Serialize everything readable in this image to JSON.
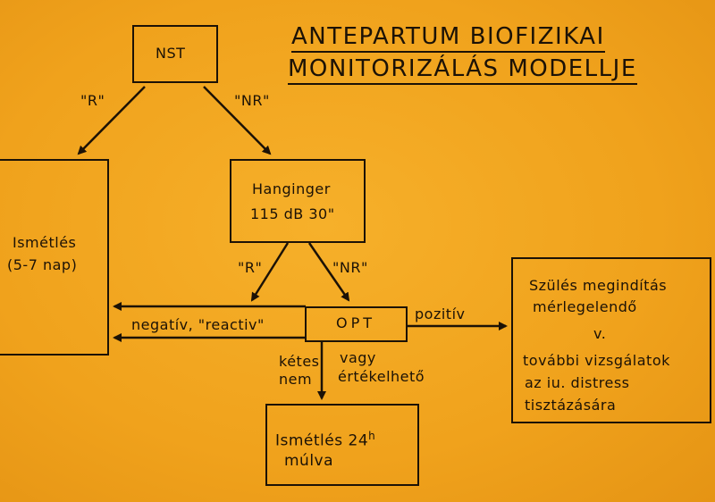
{
  "title": {
    "line1": "ANTEPARTUM BIOFIZIKAI",
    "line2": "MONITORIZÁLÁS MODELLJE"
  },
  "nodes": {
    "nst": "NST",
    "ismetles": {
      "line1": "Ismétlés",
      "line2": "(5-7 nap)"
    },
    "hanginger": {
      "line1": "Hanginger",
      "line2": "115 dB   30\""
    },
    "opt": "OPT",
    "szules": {
      "line1": "Szülés megindítás",
      "line2": "mérlegelendő",
      "line3": "v.",
      "line4": "további vizsgálatok",
      "line5": "az  iu.  distress",
      "line6": "tisztázására"
    },
    "ismetles24": {
      "line1": "Ismétlés 24",
      "sup": "h",
      "line2": "múlva"
    }
  },
  "edges": {
    "nst_r": "\"R\"",
    "nst_nr": "\"NR\"",
    "hang_r": "\"R\"",
    "hang_nr": "\"NR\"",
    "negativ": "negatív, \"reactiv\"",
    "pozitiv": "pozitív",
    "ketes": "kétes",
    "nem": "nem",
    "vagy": "vagy",
    "ertekelheto": "értékelhető"
  },
  "colors": {
    "background": "#f2a41c",
    "ink": "#1c1206"
  }
}
